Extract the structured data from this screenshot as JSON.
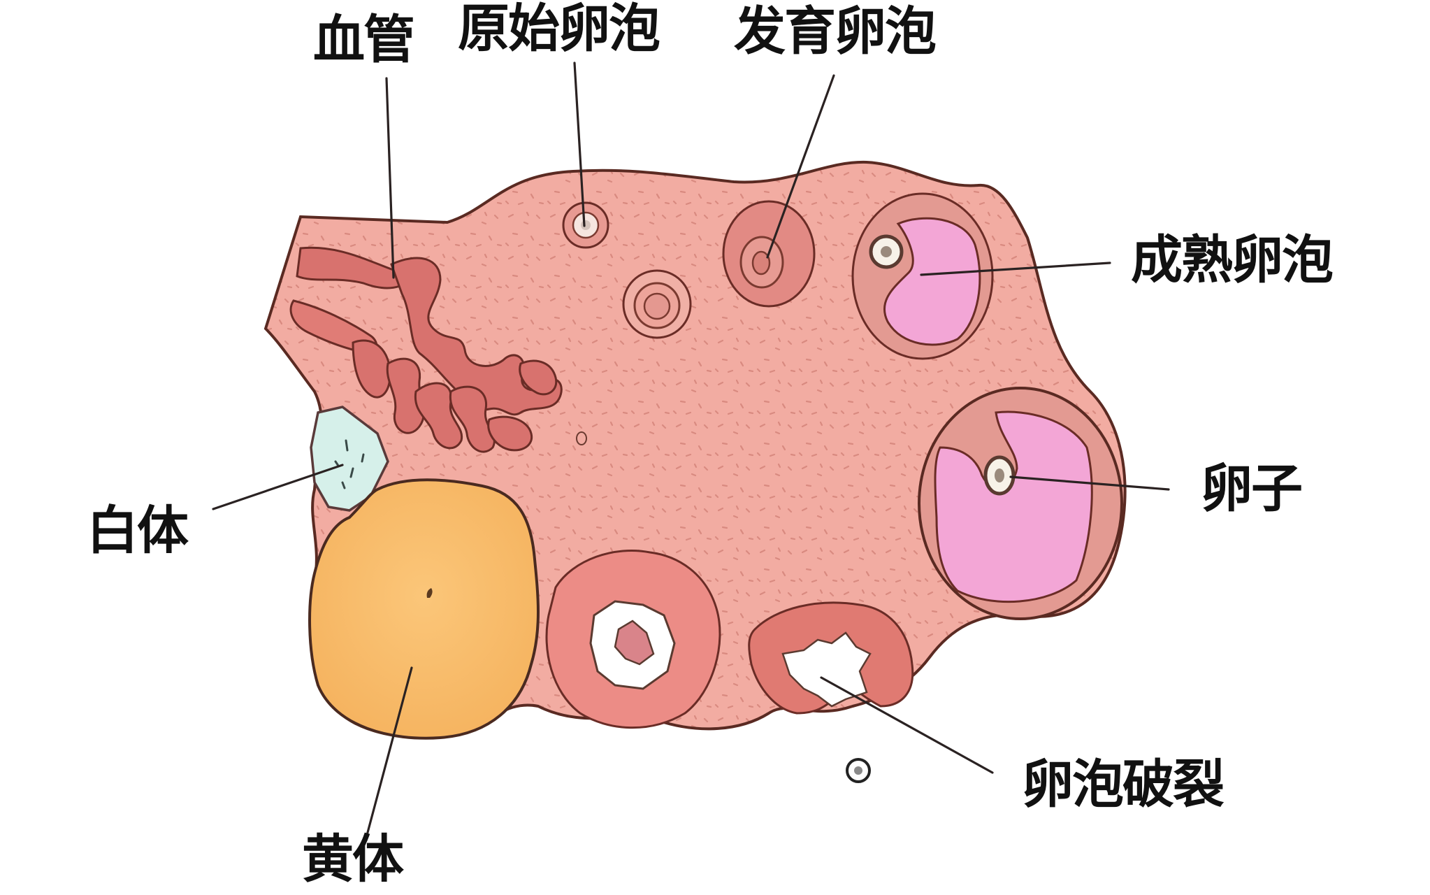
{
  "diagram": {
    "subject": "Ovary cross-section",
    "colors": {
      "background": "#ffffff",
      "stroma": "#f2aca2",
      "stroma_speckle": "#d98a80",
      "outline": "#5a2a22",
      "vessel": "#d8726e",
      "vessel_highlight": "#e99a92",
      "follicle_ring": "#d98580",
      "follicle_antrum": "#f3a6d6",
      "corpus_luteum": "#f8bd6c",
      "corpus_albicans": "#d6f0ea",
      "corpus_albicans_border": "#c4b6b8",
      "ruptured_center": "#ffffff",
      "label_text": "#111111",
      "leader_line": "#2a2222"
    },
    "labels": {
      "blood_vessel": "血管",
      "primordial_follicle": "原始卵泡",
      "developing_follicle": "发育卵泡",
      "mature_follicle": "成熟卵泡",
      "ovum": "卵子",
      "ruptured_follicle": "卵泡破裂",
      "corpus_albicans": "白体",
      "corpus_luteum": "黄体"
    }
  }
}
